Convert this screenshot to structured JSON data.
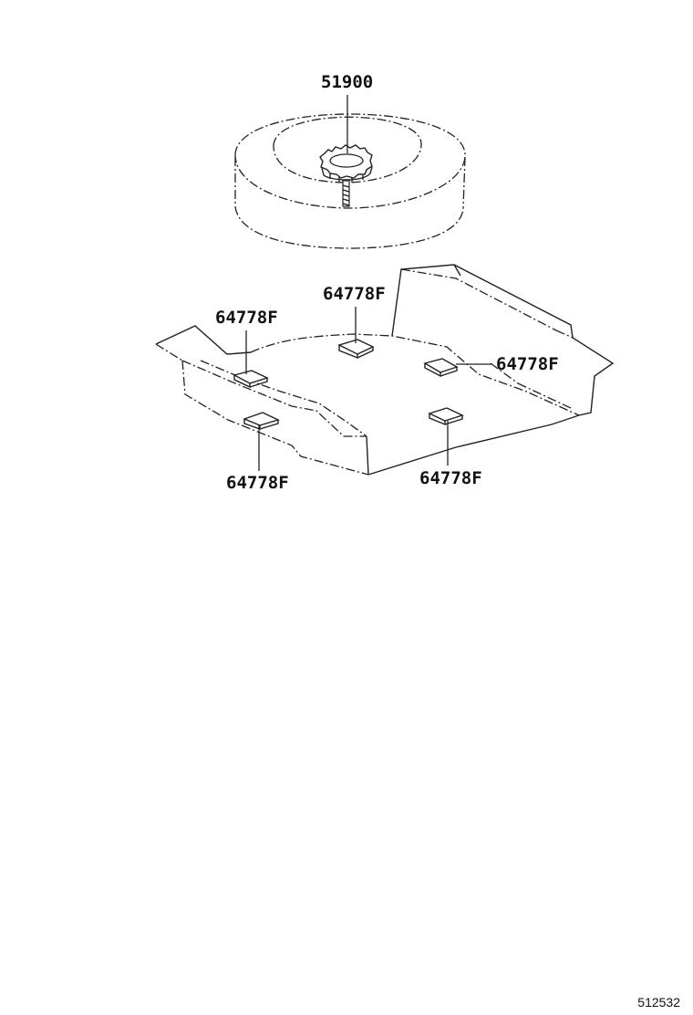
{
  "diagram": {
    "labels": {
      "spare_wheel": "51900",
      "pad_top": "64778F",
      "pad_left_upper": "64778F",
      "pad_right_upper": "64778F",
      "pad_left_lower": "64778F",
      "pad_right_lower": "64778F"
    },
    "diagram_id": "512532"
  }
}
